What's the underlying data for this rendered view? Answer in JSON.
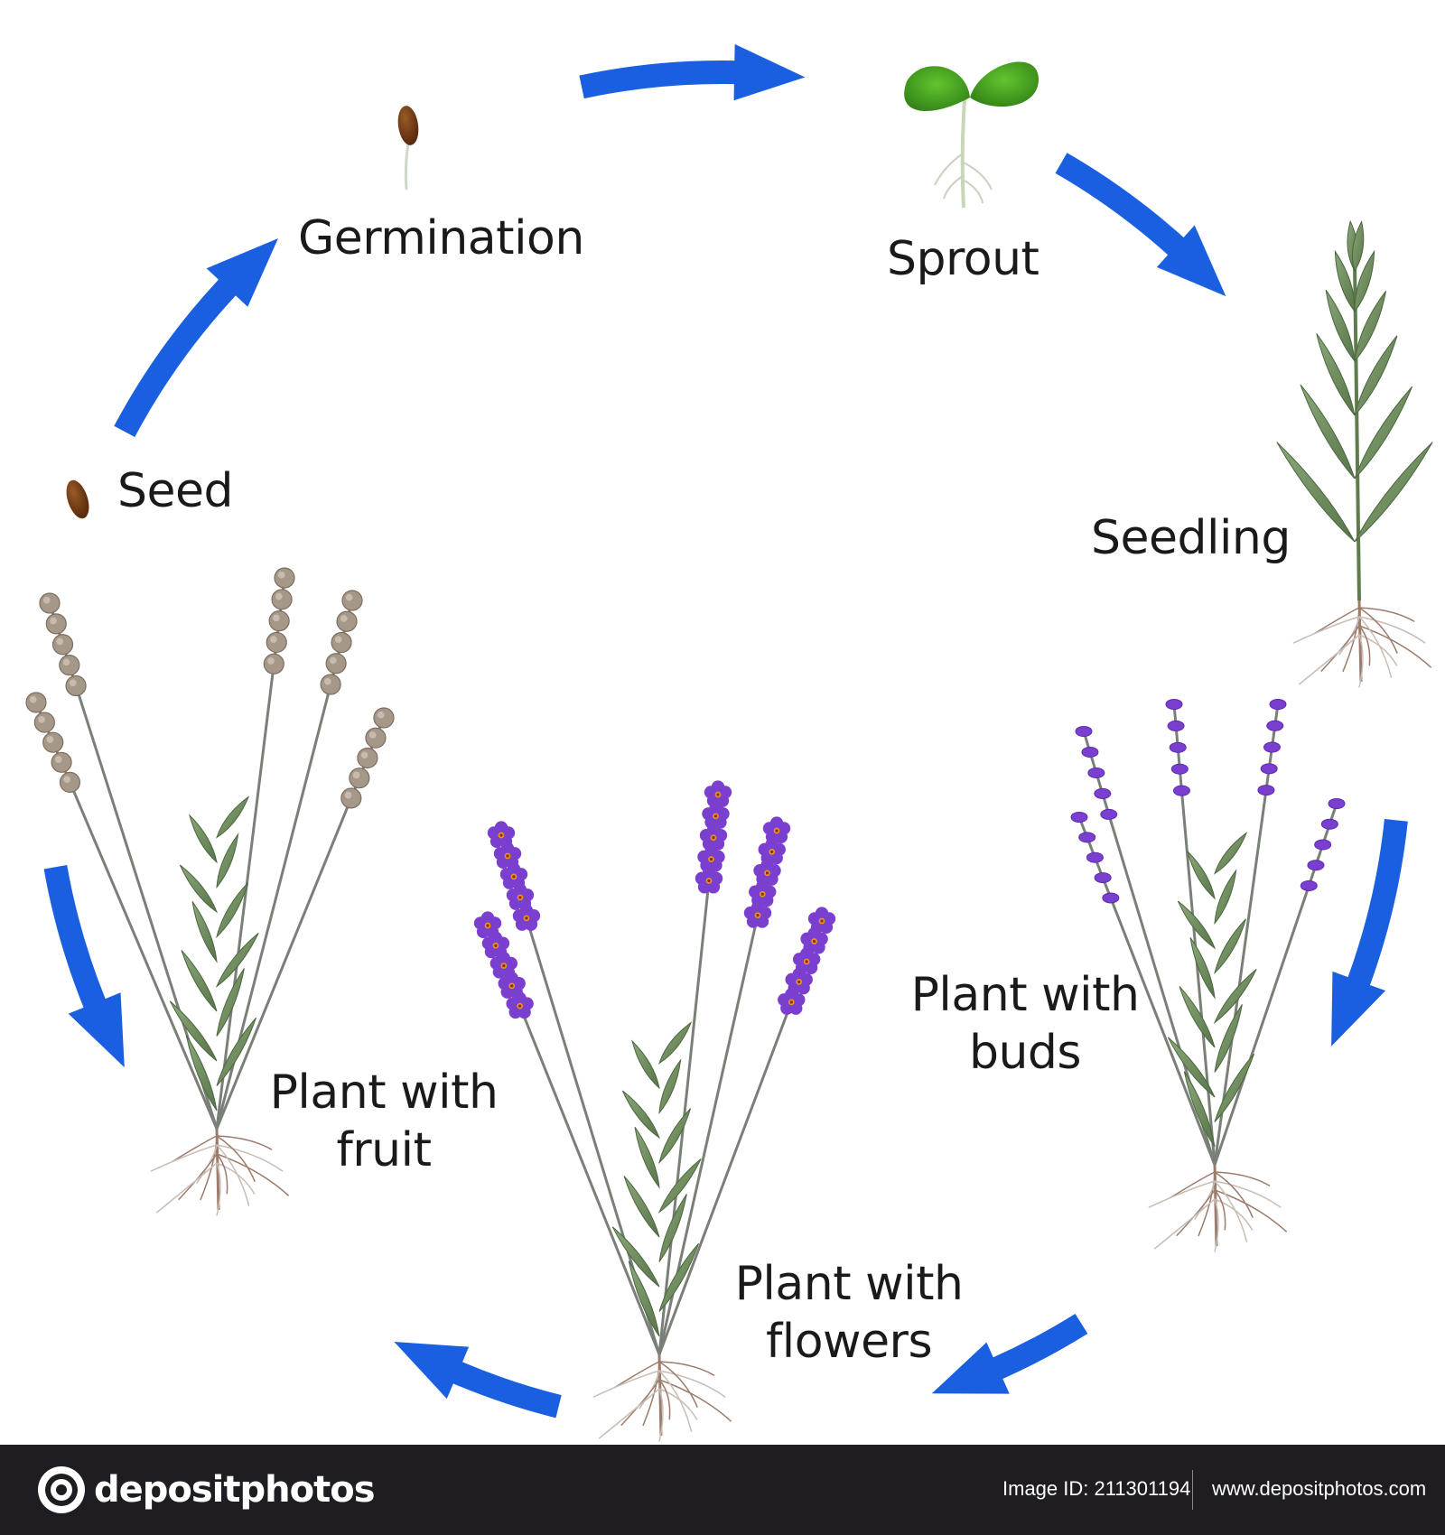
{
  "stages": {
    "germination": "Germination",
    "sprout": "Sprout",
    "seedling": "Seedling",
    "buds_line1": "Plant with",
    "buds_line2": "buds",
    "flowers_line1": "Plant with",
    "flowers_line2": "flowers",
    "fruit_line1": "Plant with",
    "fruit_line2": "fruit",
    "seed": "Seed"
  },
  "footer": {
    "brand": "depositphotos",
    "image_id": "Image ID: 211301194",
    "site": "www.depositphotos.com"
  },
  "colors": {
    "arrow": "#1a5fe0",
    "leaf": "#6f8f5e",
    "flower": "#7b3fd0",
    "fruit": "#a69888",
    "seed": "#6b3410",
    "sprout": "#3f9a1e",
    "root": "#9b7b6b",
    "footer_bg": "#1f1d21"
  },
  "icons": [
    "arrow-icon",
    "seed-icon",
    "sprout-icon",
    "seedling-icon",
    "lavender-plant-icon",
    "camera-logo-icon"
  ]
}
